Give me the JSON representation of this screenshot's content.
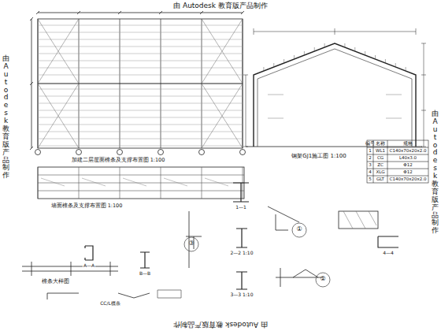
{
  "diagram": {
    "labels": [
      "由 Autodesk 教育版产品制作",
      "由 Autodesk 教育版产品制作",
      "由 Autodesk 教育版产品制作",
      "由 Autodesk 教育版产品制作",
      "加建二层屋面檩条及支撑布置图 1:100",
      "墙面檩条及支撑布置图 1:100",
      "檩条大样图",
      "A—A",
      "B—B",
      "CC/L檩条",
      "钢架GJ1施工图 1:100",
      "1—1",
      "2—2 1:10",
      "3—3 1:10",
      "4—4",
      "③",
      "①",
      "②",
      "编号",
      "名称",
      "规格",
      "1",
      "WL1",
      "C140x70x20x2.0",
      "2",
      "CG",
      "L40x3.0",
      "3",
      "ZC",
      "Φ12",
      "4",
      "XLG",
      "Φ12",
      "5",
      "GLT",
      "C140x70x20x2.0"
    ]
  }
}
